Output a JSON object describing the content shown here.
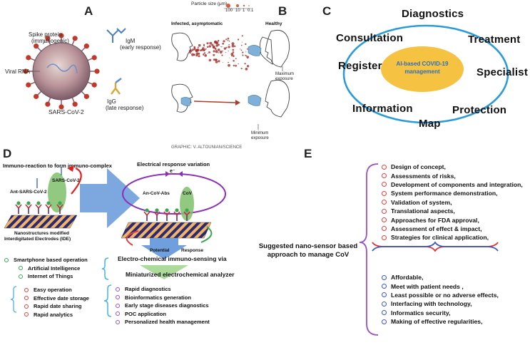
{
  "panelA": {
    "letter": "A",
    "spike_label": "Spike protein",
    "spike_sub": "(immunogenic)",
    "igm_label": "IgM",
    "igm_sub": "(early response)",
    "viral_rna": "Viral RNA",
    "igg_label": "IgG",
    "igg_sub": "(late response)",
    "virus_name": "SARS-CoV-2"
  },
  "panelB": {
    "letter": "B",
    "particle_size_label": "Particle size (μm)",
    "particle_scale": [
      "100",
      "10",
      "1",
      "0.1"
    ],
    "infected_label": "Infected, asymptomatic",
    "healthy_label": "Healthy",
    "max_exposure_1": "Maximum",
    "max_exposure_2": "exposure",
    "min_exposure_1": "Minimum",
    "min_exposure_2": "exposure",
    "credit": "GRAPHIC: V. ALTOUNIAN/SCIENCE"
  },
  "panelC": {
    "letter": "C",
    "center_1": "AI-based COVID-19",
    "center_2": "management",
    "words": {
      "diagnostics": "Diagnostics",
      "consultation": "Consultation",
      "treatment": "Treatment",
      "register": "Register",
      "specialist": "Specialist",
      "information": "Information",
      "protection": "Protection",
      "map": "Map"
    },
    "colors": {
      "ring": "#2a9bd8",
      "center": "#f5c242",
      "center_text": "#2f6fb8"
    }
  },
  "panelD": {
    "letter": "D",
    "immuno_reaction": "Immuno-reaction to form immuno-complex",
    "sars_cov_2": "SARS-CoV-2",
    "ant_sars": "Ant-SARS-CoV-2",
    "electrode_1": "Nanostructures modified",
    "electrode_2": "Interdigitated Electrodes (IDE)",
    "electrical_variation": "Electrical response variation",
    "electron": "e⁻",
    "an_cov_abs": "An-CoV-Abs",
    "cov": "CoV",
    "potential": "Potential",
    "response": "Response",
    "sensing_1": "Electro-chemical immuno-sensing via",
    "sensing_2": "Miniaturized electrochemical analyzer",
    "green_items": [
      "Smartphone based operation",
      "Artificial Intelligence",
      "Internet of Things"
    ],
    "red_items": [
      "Easy operation",
      "Effective date storage",
      "Rapid date sharing",
      "Rapid analytics"
    ],
    "purple_items": [
      "Rapid diagnostics",
      "Bioinformatics generation",
      "Early stage diseases diagnostics",
      "POC application",
      "Personalized health management"
    ],
    "colors": {
      "green": "#3aa655",
      "red": "#e04040",
      "purple": "#9b4fc8",
      "arrow": "#6f9fdc",
      "brace": "#49b3e6"
    }
  },
  "panelE": {
    "letter": "E",
    "center_1": "Suggested nano-sensor based",
    "center_2": "approach to manage CoV",
    "red_items": [
      "Design of concept,",
      "Assessments of risks,",
      "Development of components and integration,",
      "System performance demonstration,",
      "Validation of system,",
      "Translational aspects,",
      "Approaches for FDA approval,",
      "Assessment of effect & impact,",
      "Strategies for clinical application,"
    ],
    "blue_items": [
      "Affordable,",
      "Meet with patient needs ,",
      "Least possible or no adverse effects,",
      "Interfacing with technology,",
      "Informatics security,",
      "Making of effective regularities,"
    ],
    "colors": {
      "red": "#e04040",
      "blue": "#3a55c8",
      "brace": "#9b4fc8",
      "mid_red": "#e03030"
    }
  }
}
